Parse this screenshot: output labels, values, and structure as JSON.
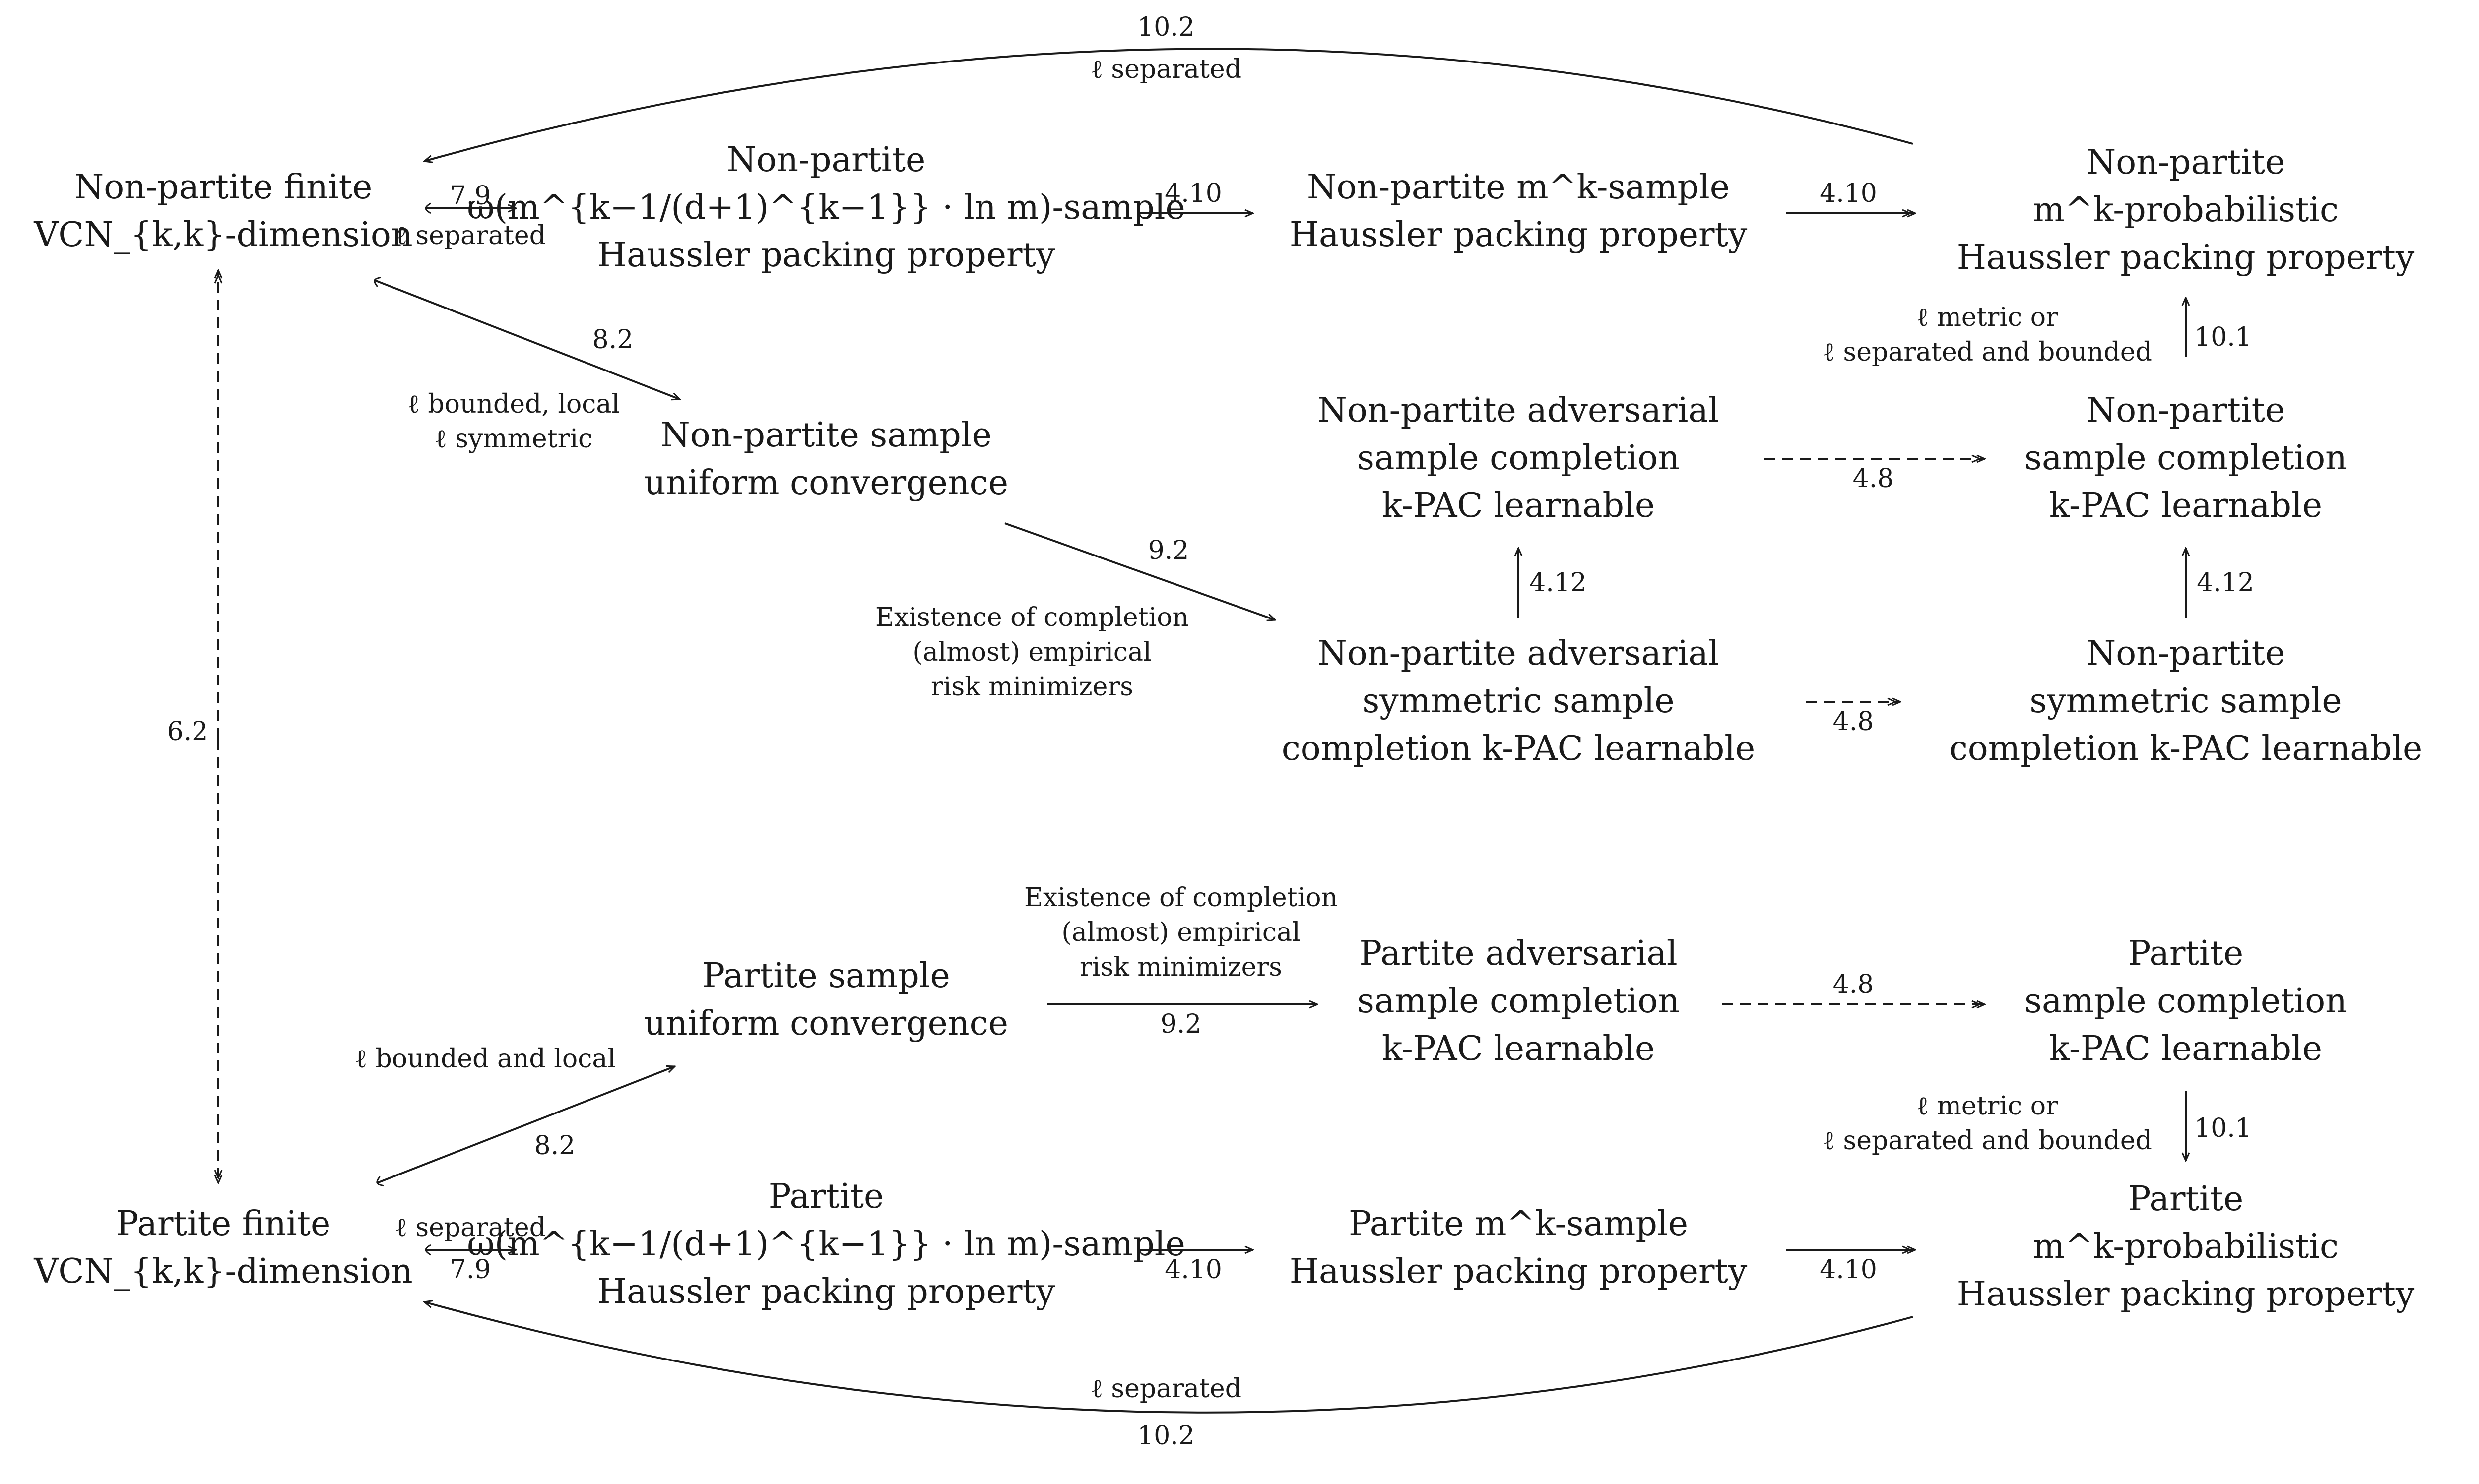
{
  "nodes": {
    "np_vcn": [
      "Non-partite finite",
      "VCN_{k,k}-dimension"
    ],
    "np_omega": [
      "Non-partite",
      "ω(m^{k−1/(d+1)^{k−1}} · ln m)-sample",
      "Haussler packing property"
    ],
    "np_mk": [
      "Non-partite m^k-sample",
      "Haussler packing property"
    ],
    "np_prob": [
      "Non-partite",
      "m^k-probabilistic",
      "Haussler packing property"
    ],
    "np_uc": [
      "Non-partite sample",
      "uniform convergence"
    ],
    "np_adv": [
      "Non-partite adversarial",
      "sample completion",
      "k-PAC learnable"
    ],
    "np_sc": [
      "Non-partite",
      "sample completion",
      "k-PAC learnable"
    ],
    "np_adv_sym": [
      "Non-partite adversarial",
      "symmetric sample",
      "completion k-PAC learnable"
    ],
    "np_sym": [
      "Non-partite",
      "symmetric sample",
      "completion k-PAC learnable"
    ],
    "p_uc": [
      "Partite sample",
      "uniform convergence"
    ],
    "p_adv": [
      "Partite adversarial",
      "sample completion",
      "k-PAC learnable"
    ],
    "p_sc": [
      "Partite",
      "sample completion",
      "k-PAC learnable"
    ],
    "p_vcn": [
      "Partite finite",
      "VCN_{k,k}-dimension"
    ],
    "p_omega": [
      "Partite",
      "ω(m^{k−1/(d+1)^{k−1}} · ln m)-sample",
      "Haussler packing property"
    ],
    "p_mk": [
      "Partite m^k-sample",
      "Haussler packing property"
    ],
    "p_prob": [
      "Partite",
      "m^k-probabilistic",
      "Haussler packing property"
    ]
  },
  "labels": {
    "top_arc_num": "10.2",
    "top_arc_cond": "ℓ separated",
    "np_79_num": "7.9",
    "np_79_cond": "ℓ separated",
    "np_410a": "4.10",
    "np_410b": "4.10",
    "np_82_num": "8.2",
    "np_82_cond": [
      "ℓ bounded, local",
      "ℓ symmetric"
    ],
    "np_101_cond": [
      "ℓ metric or",
      "ℓ separated and bounded"
    ],
    "np_101_num": "10.1",
    "np_48a": "4.8",
    "np_48b": "4.8",
    "np_92_num": "9.2",
    "np_92_cond": [
      "Existence of completion",
      "(almost) empirical",
      "risk minimizers"
    ],
    "np_412a": "4.12",
    "np_412b": "4.12",
    "dash_62": "6.2",
    "p_92_cond": [
      "Existence of completion",
      "(almost) empirical",
      "risk minimizers"
    ],
    "p_92_num": "9.2",
    "p_48": "4.8",
    "p_82_cond": "ℓ bounded and local",
    "p_82_num": "8.2",
    "p_101_cond": [
      "ℓ metric or",
      "ℓ separated and bounded"
    ],
    "p_101_num": "10.1",
    "p_79_cond": "ℓ separated",
    "p_79_num": "7.9",
    "p_410a": "4.10",
    "p_410b": "4.10",
    "bottom_arc_cond": "ℓ separated",
    "bottom_arc_num": "10.2"
  },
  "colors": {
    "ink": "#1a1a1a",
    "background": "#ffffff"
  }
}
